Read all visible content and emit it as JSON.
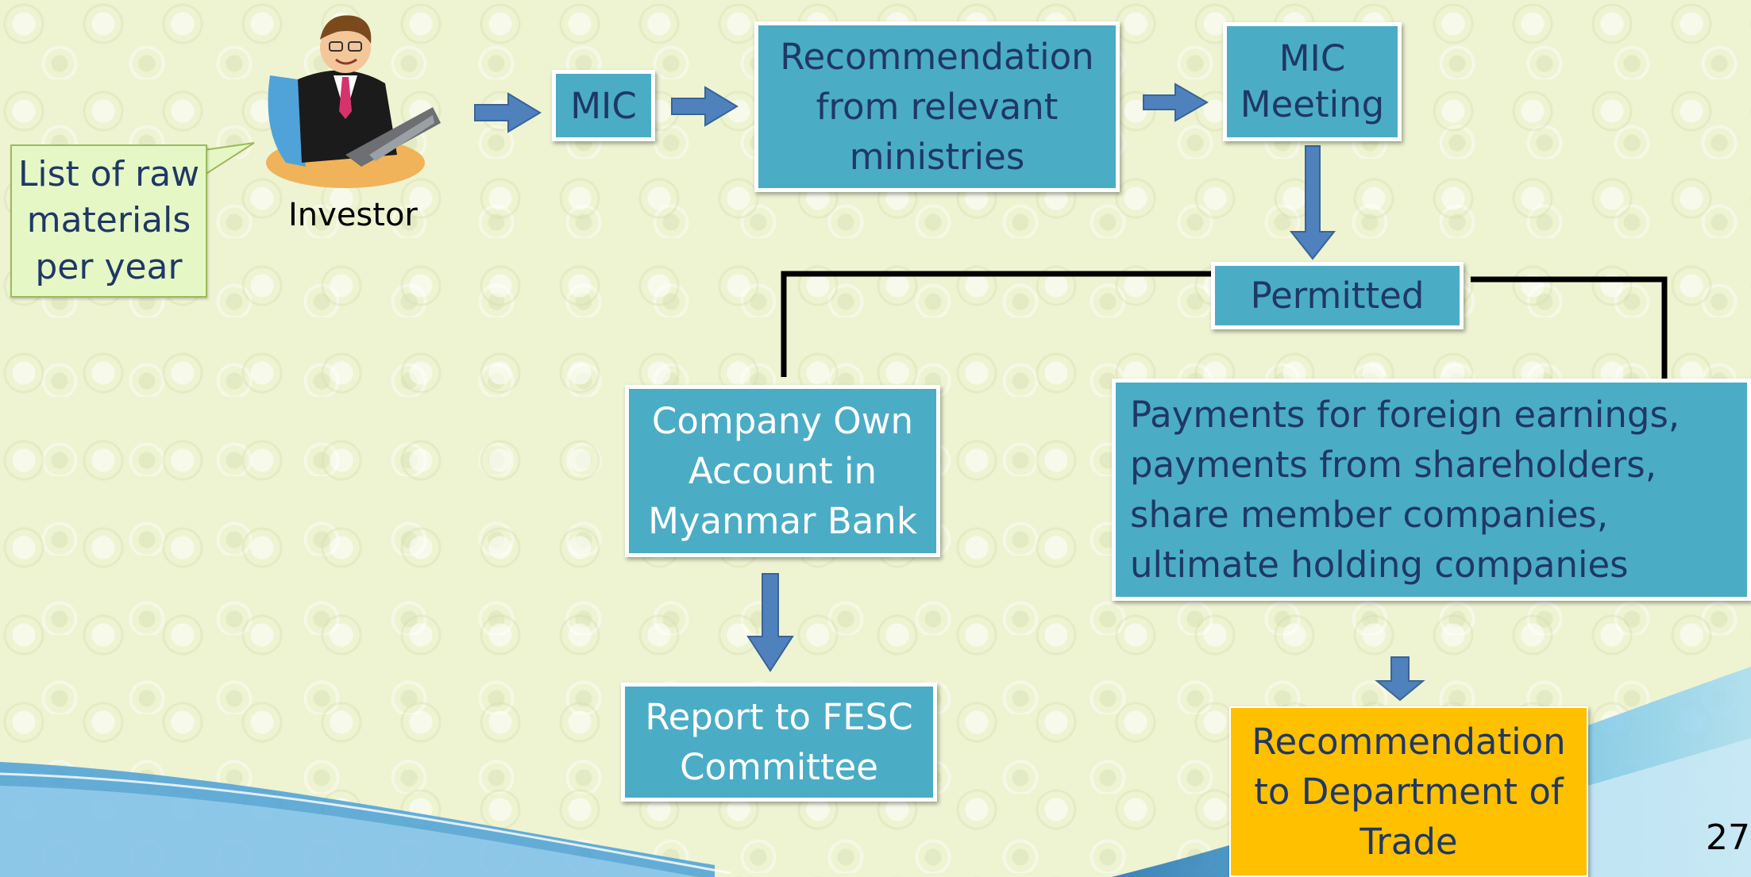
{
  "callout": {
    "text": "List of raw\nmaterials\nper year"
  },
  "investor": {
    "label": "Investor"
  },
  "nodes": {
    "mic": "MIC",
    "recommendation_ministries": "Recommendation\nfrom relevant\nministries",
    "mic_meeting": "MIC\nMeeting",
    "permitted": "Permitted",
    "company_account": "Company Own\nAccount in\nMyanmar Bank",
    "payments": "Payments for foreign earnings,\npayments from shareholders,\nshare member companies,\nultimate holding companies",
    "report_fesc": "Report to FESC\nCommittee",
    "recommendation_trade": "Recommendation\nto Department of\nTrade"
  },
  "page_number": "27",
  "colors": {
    "box_fill": "#4bacc6",
    "box_text_light": "#ffffff",
    "box_text_dark": "#1f3864",
    "highlight_fill": "#ffc000",
    "arrow": "#4f81bd",
    "callout_fill": "#e6f7c6"
  }
}
